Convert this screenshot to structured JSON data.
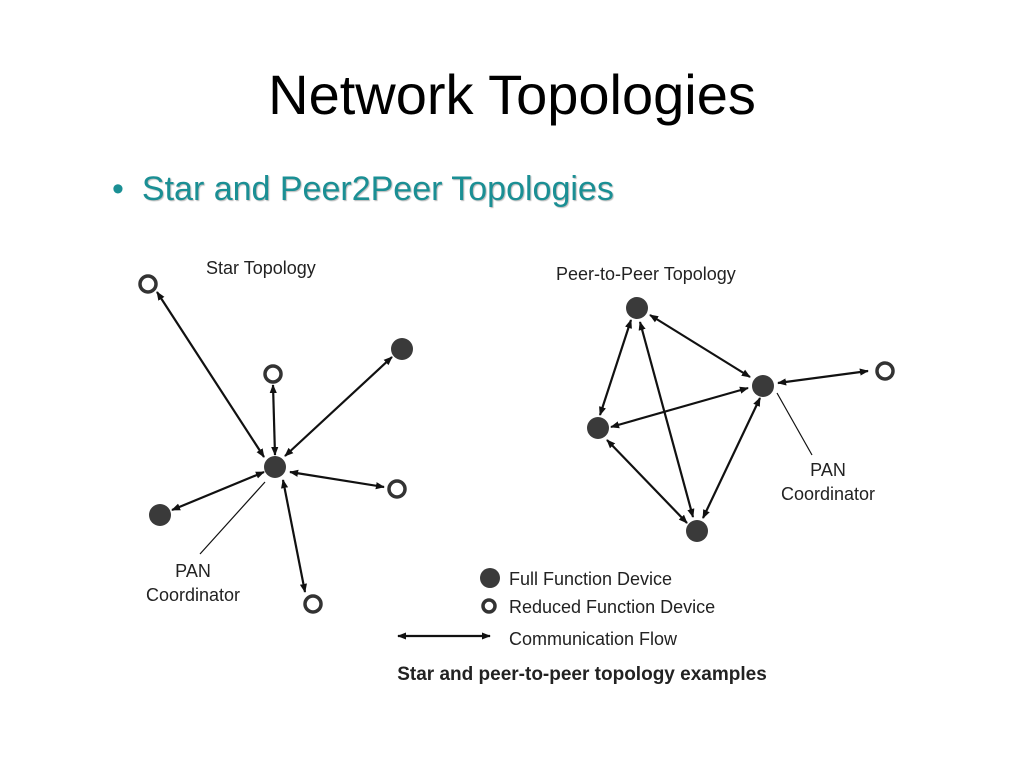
{
  "slide": {
    "title": "Network Topologies",
    "bullet": "Star and Peer2Peer Topologies"
  },
  "star": {
    "title": "Star Topology",
    "coordinator_label_1": "PAN",
    "coordinator_label_2": "Coordinator"
  },
  "p2p": {
    "title": "Peer-to-Peer Topology",
    "coordinator_label_1": "PAN",
    "coordinator_label_2": "Coordinator"
  },
  "legend": {
    "full_function": "Full Function Device",
    "reduced_function": "Reduced Function Device",
    "communication": "Communication Flow"
  },
  "caption": "Star and peer-to-peer topology examples",
  "colors": {
    "bullet": "#1a8f94",
    "node": "#3a3a3a"
  }
}
